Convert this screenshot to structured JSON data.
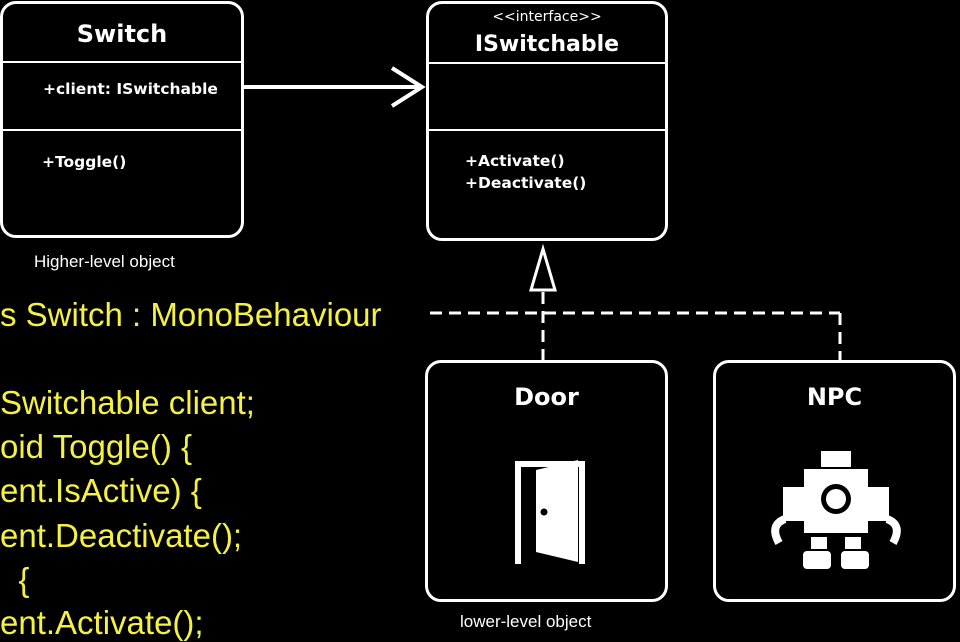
{
  "switch_box": {
    "title": "Switch",
    "field": "+client: ISwitchable",
    "method": "+Toggle()",
    "caption": "Higher-level object"
  },
  "iswitchable_box": {
    "stereotype": "<<interface>>",
    "title": "ISwitchable",
    "methods": [
      "+Activate()",
      "+Deactivate()"
    ]
  },
  "door_box": {
    "title": "Door",
    "icon": "door-icon",
    "caption": "lower-level object"
  },
  "npc_box": {
    "title": "NPC",
    "icon": "robot-icon"
  },
  "code_lines": [
    "s Switch : MonoBehaviour",
    "Switchable client;",
    "oid Toggle() {",
    "ent.IsActive) {",
    "ent.Deactivate();",
    "  {",
    "ent.Activate();"
  ],
  "colors": {
    "background": "#000000",
    "stroke": "#ffffff",
    "code_text": "#f4f142"
  }
}
